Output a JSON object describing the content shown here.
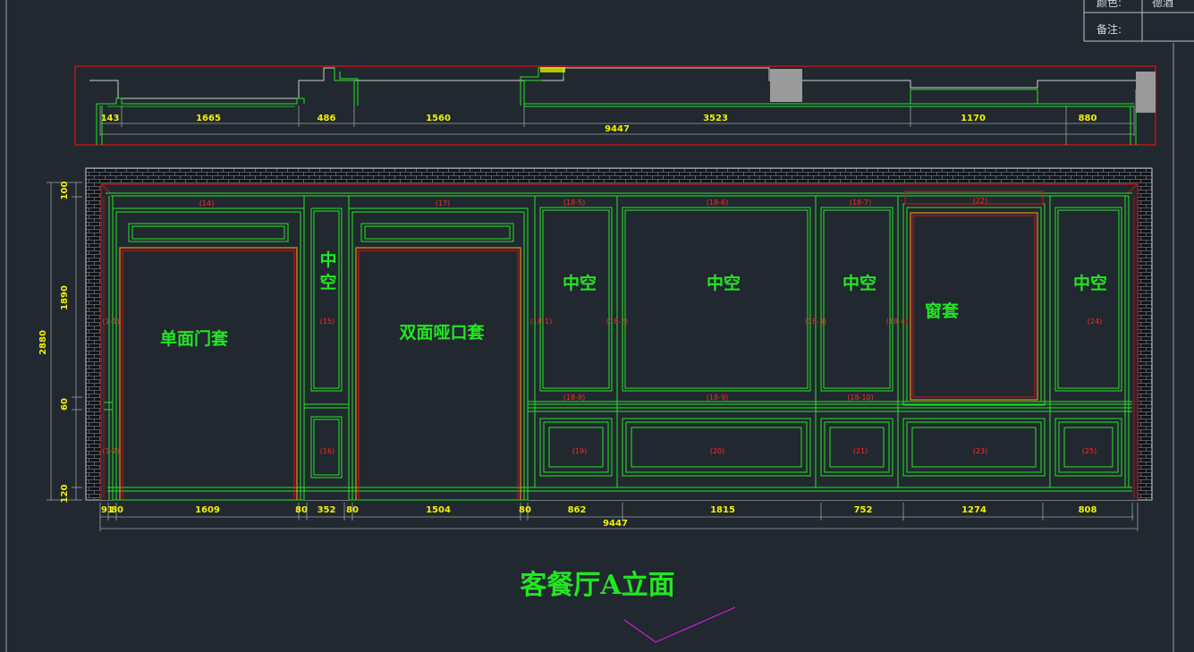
{
  "title": "客餐厅A立面",
  "title_block": {
    "row1_label": "颜色:",
    "row1_value": "德酒",
    "row2_label": "备注:",
    "row2_value": ""
  },
  "plan_dimensions": {
    "segments": [
      "143",
      "1665",
      "486",
      "1560",
      "3523",
      "1170",
      "880"
    ],
    "total": "9447"
  },
  "elevation_dimensions": {
    "segments": [
      "91",
      "80",
      "1609",
      "80",
      "352",
      "80",
      "1504",
      "80",
      "862",
      "1815",
      "752",
      "1274",
      "808"
    ],
    "total": "9447",
    "vertical": [
      "100",
      "1890",
      "60",
      "120"
    ],
    "vertical_total": "2880"
  },
  "labels": {
    "single_door": "单面门套",
    "double_opening": "双面哑口套",
    "hollow": "中空",
    "hollow_vertical_1": "中",
    "hollow_vertical_2": "空",
    "window": "窗套"
  },
  "tags": {
    "t14": "(14)",
    "t17": "(17)",
    "t18_5": "(18-5)",
    "t18_6": "(18-6)",
    "t18_7": "(18-7)",
    "t18_8": "(18-8)",
    "t18_9": "(18-9)",
    "t18_10": "(18-10)",
    "t22": "(22)",
    "t15": "(15)",
    "t16": "(16)",
    "t18_1": "(18-1)",
    "t18_2": "(18-2)",
    "t18_3": "(18-3)",
    "t18_4": "(18-4)",
    "t24": "(24)",
    "t19": "(19)",
    "t20": "(20)",
    "t21": "(21)",
    "t23": "(23)",
    "t25": "(25)",
    "t1_1": "(1-1)",
    "t1_2": "(1-2)"
  },
  "colors": {
    "background": "#212830",
    "outline_green": "#22e622",
    "dimension_yellow": "#f2f200",
    "tag_red": "#ff2a2a",
    "frame_red": "#e01010",
    "magenta": "#d21ed2"
  }
}
